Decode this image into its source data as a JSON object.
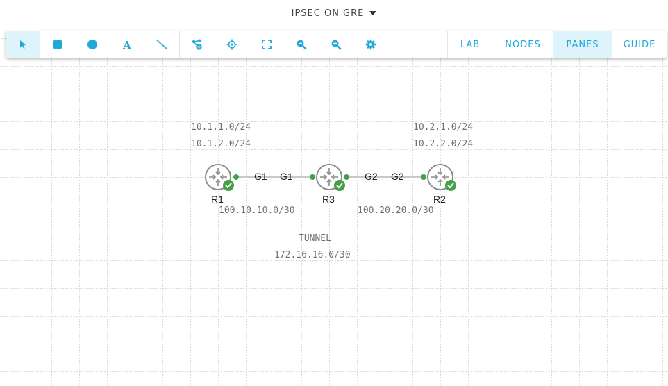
{
  "header": {
    "lab_title": "IPSEC ON GRE"
  },
  "toolbar": {
    "tools": [
      {
        "name": "pointer-icon",
        "active": true
      },
      {
        "name": "rectangle-icon",
        "active": false
      },
      {
        "name": "circle-icon",
        "active": false
      },
      {
        "name": "text-icon",
        "active": false
      },
      {
        "name": "line-icon",
        "active": false
      },
      {
        "name": "add-node-icon",
        "active": false
      },
      {
        "name": "center-target-icon",
        "active": false
      },
      {
        "name": "fit-screen-icon",
        "active": false
      },
      {
        "name": "zoom-out-icon",
        "active": false
      },
      {
        "name": "zoom-in-icon",
        "active": false
      },
      {
        "name": "settings-gear-icon",
        "active": false
      }
    ],
    "menu": [
      {
        "label": "LAB",
        "active": false
      },
      {
        "label": "NODES",
        "active": false
      },
      {
        "label": "PANES",
        "active": true
      },
      {
        "label": "GUIDE",
        "active": false
      }
    ]
  },
  "colors": {
    "accent": "#1fa8d8",
    "ok": "#43a047",
    "router": "#8a8a8a",
    "link": "#c8c8c8"
  },
  "topology": {
    "nodes": [
      {
        "id": "R1",
        "label": "R1",
        "status": "running"
      },
      {
        "id": "R3",
        "label": "R3",
        "status": "running"
      },
      {
        "id": "R2",
        "label": "R2",
        "status": "running"
      }
    ],
    "links": [
      {
        "from": "R1",
        "to": "R3",
        "from_iface": "G1",
        "to_iface": "G1",
        "subnet": "100.10.10.0/30"
      },
      {
        "from": "R3",
        "to": "R2",
        "from_iface": "G2",
        "to_iface": "G2",
        "subnet": "100.20.20.0/30"
      }
    ],
    "annotations": {
      "r1_networks": [
        "10.1.1.0/24",
        "10.1.2.0/24"
      ],
      "r2_networks": [
        "10.2.1.0/24",
        "10.2.2.0/24"
      ],
      "tunnel_label": "TUNNEL",
      "tunnel_subnet": "172.16.16.0/30"
    }
  }
}
